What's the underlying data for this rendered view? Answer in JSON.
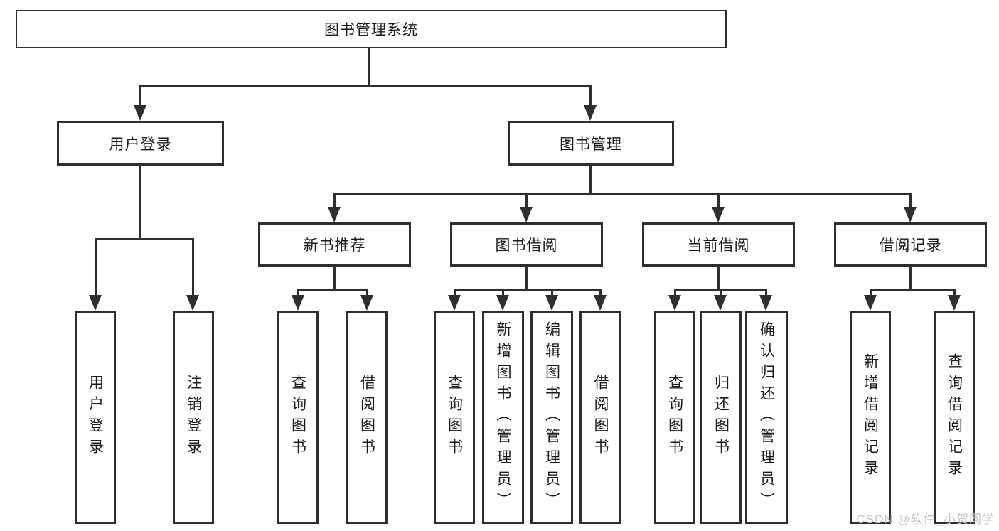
{
  "diagram_type": "hierarchy-tree",
  "tree": {
    "label": "图书管理系统",
    "children": [
      {
        "label": "用户登录",
        "children": [
          {
            "label": "用户登录"
          },
          {
            "label": "注销登录"
          }
        ]
      },
      {
        "label": "图书管理",
        "children": [
          {
            "label": "新书推荐",
            "children": [
              {
                "label": "查询图书"
              },
              {
                "label": "借阅图书"
              }
            ]
          },
          {
            "label": "图书借阅",
            "children": [
              {
                "label": "查询图书"
              },
              {
                "label": "新增图书（管理员）"
              },
              {
                "label": "编辑图书（管理员）"
              },
              {
                "label": "借阅图书"
              }
            ]
          },
          {
            "label": "当前借阅",
            "children": [
              {
                "label": "查询图书"
              },
              {
                "label": "归还图书"
              },
              {
                "label": "确认归还（管理员）"
              }
            ]
          },
          {
            "label": "借阅记录",
            "children": [
              {
                "label": "新增借阅记录"
              },
              {
                "label": "查询借阅记录"
              }
            ]
          }
        ]
      }
    ]
  },
  "watermark": {
    "text": "CSDN @软件_小贺同学"
  },
  "colors": {
    "line": "#2e2e2e",
    "text": "#1a1a1a",
    "background": "#ffffff",
    "watermark": "#c4c4c4"
  }
}
